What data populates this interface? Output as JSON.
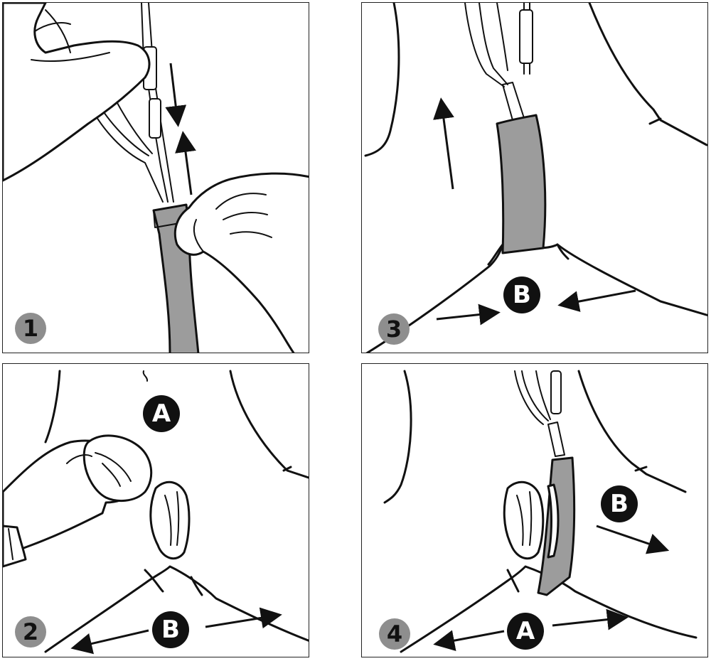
{
  "panels": [
    {
      "step": "1"
    },
    {
      "step": "2",
      "labels": [
        "A",
        "B"
      ]
    },
    {
      "step": "3",
      "labels": [
        "B"
      ]
    },
    {
      "step": "4",
      "labels": [
        "B",
        "A"
      ]
    }
  ],
  "colors": {
    "strip": "#9c9c9c",
    "badge_gray": "#8e8e8e",
    "badge_black": "#111111",
    "line": "#111111"
  },
  "icons": [
    "arrow-icon",
    "electrode-strip-icon",
    "gloved-hand-icon",
    "cable-icon"
  ]
}
